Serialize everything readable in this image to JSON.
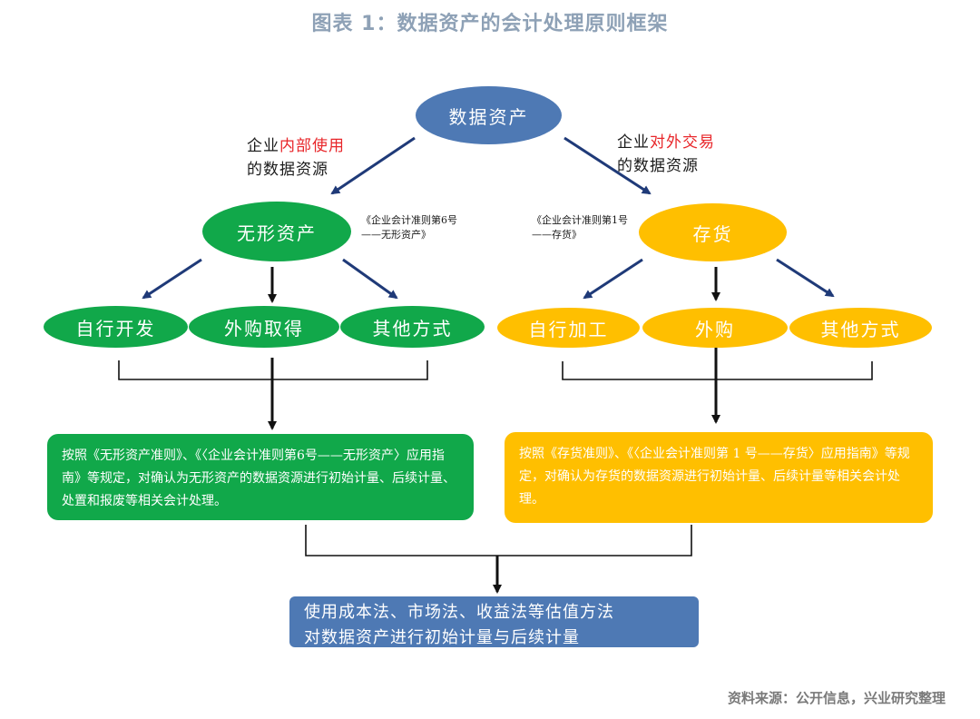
{
  "title": "图表 1：数据资产的会计处理原则框架",
  "root": "数据资产",
  "left_branch": {
    "note_prefix": "企业",
    "note_highlight": "内部使用",
    "note_suffix": "的数据资源",
    "node": "无形资产",
    "standard_line1": "《企业会计准则第6号",
    "standard_line2": "——无形资产》",
    "children": [
      "自行开发",
      "外购取得",
      "其他方式"
    ],
    "treatment": "按照《无形资产准则》、《〈企业会计准则第6号——无形资产〉应用指南》等规定，对确认为无形资产的数据资源进行初始计量、后续计量、处置和报废等相关会计处理。"
  },
  "right_branch": {
    "note_prefix": "企业",
    "note_highlight": "对外交易",
    "note_suffix": "的数据资源",
    "node": "存货",
    "standard_line1": "《企业会计准则第1号",
    "standard_line2": "——存货》",
    "children": [
      "自行加工",
      "外购",
      "其他方式"
    ],
    "treatment": "按照《存货准则》、《〈企业会计准则第 1 号——存货〉应用指南》等规定，对确认为存货的数据资源进行初始计量、后续计量等相关会计处理。"
  },
  "final_line1": "使用成本法、市场法、收益法等估值方法",
  "final_line2": "对数据资产进行初始计量与后续计量",
  "source": "资料来源：公开信息，兴业研究整理",
  "colors": {
    "blue": "#4e79b4",
    "green": "#11a84a",
    "yellow": "#ffbf00",
    "highlight_red": "#e8262a",
    "arrow_navy": "#1f3a78"
  }
}
